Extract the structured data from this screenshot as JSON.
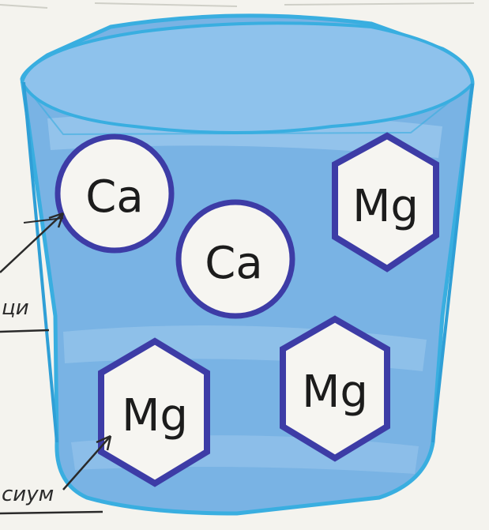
{
  "diagram": {
    "ions": [
      {
        "symbol": "Ca",
        "shape": "circle"
      },
      {
        "symbol": "Ca",
        "shape": "circle"
      },
      {
        "symbol": "Mg",
        "shape": "hexagon"
      },
      {
        "symbol": "Mg",
        "shape": "hexagon"
      },
      {
        "symbol": "Mg",
        "shape": "hexagon"
      }
    ],
    "side_labels": {
      "top": "ци",
      "bottom": "сиум"
    }
  },
  "colors": {
    "water_fill": "#79b3e4",
    "water_light": "#a9d0f0",
    "cup_outline": "#39aee0",
    "ion_outline": "#3d3ca6",
    "ion_fill": "#f6f5f1",
    "paper": "#f4f3ee",
    "pencil": "#2a2a2a"
  }
}
